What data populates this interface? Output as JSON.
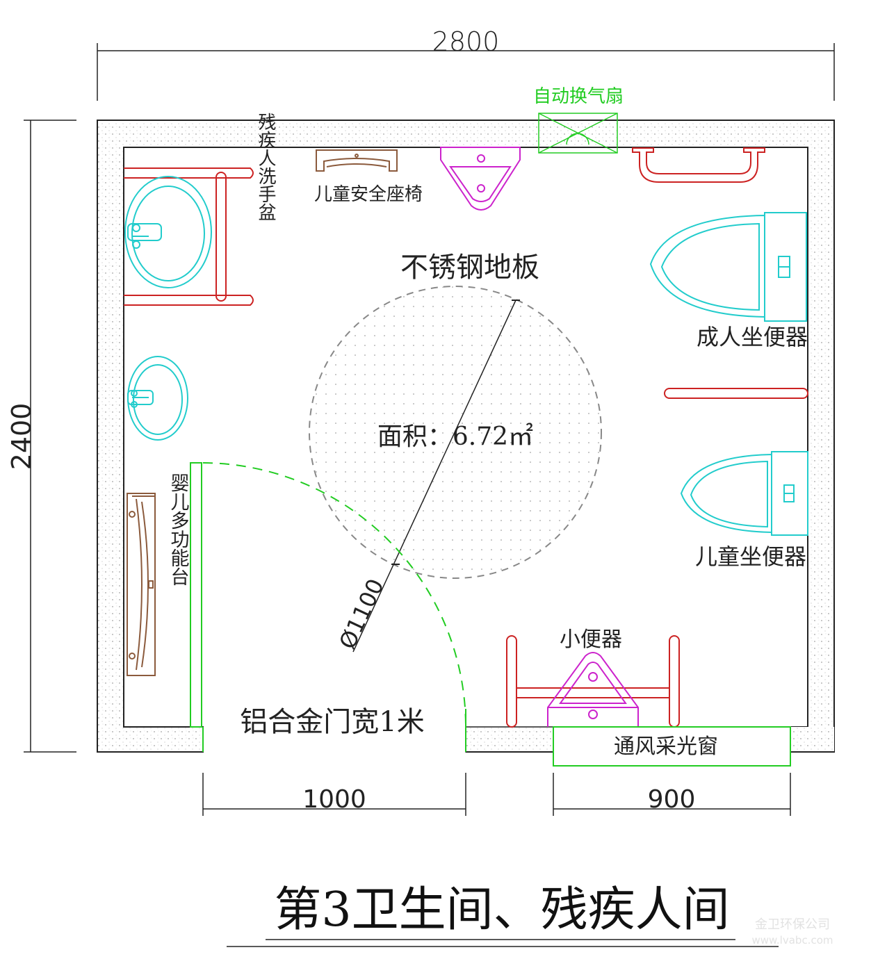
{
  "dimensions": {
    "total_width": "2800",
    "total_height": "2400",
    "door_width": "1000",
    "window_width": "900",
    "turning_circle": "Ø1100"
  },
  "labels": {
    "fan": "自动换气扇",
    "child_seat": "儿童安全座椅",
    "disabled_basin": "残疾人洗手盆",
    "floor": "不锈钢地板",
    "area": "面积：6.72㎡",
    "adult_toilet": "成人坐便器",
    "child_toilet": "儿童坐便器",
    "baby_station": "婴儿多功能台",
    "urinal": "小便器",
    "door": "铝合金门宽1米",
    "window": "通风采光窗"
  },
  "title": "第3卫生间、残疾人间",
  "watermark": {
    "company": "金卫环保公司",
    "url": "www.lvabc.com"
  },
  "colors": {
    "wall_line": "#222222",
    "grab_bar": "#cc2222",
    "fixture": "#22cccc",
    "urinal": "#cc22cc",
    "fan_window_door": "#22cc22",
    "wood": "#8b5a3c"
  }
}
